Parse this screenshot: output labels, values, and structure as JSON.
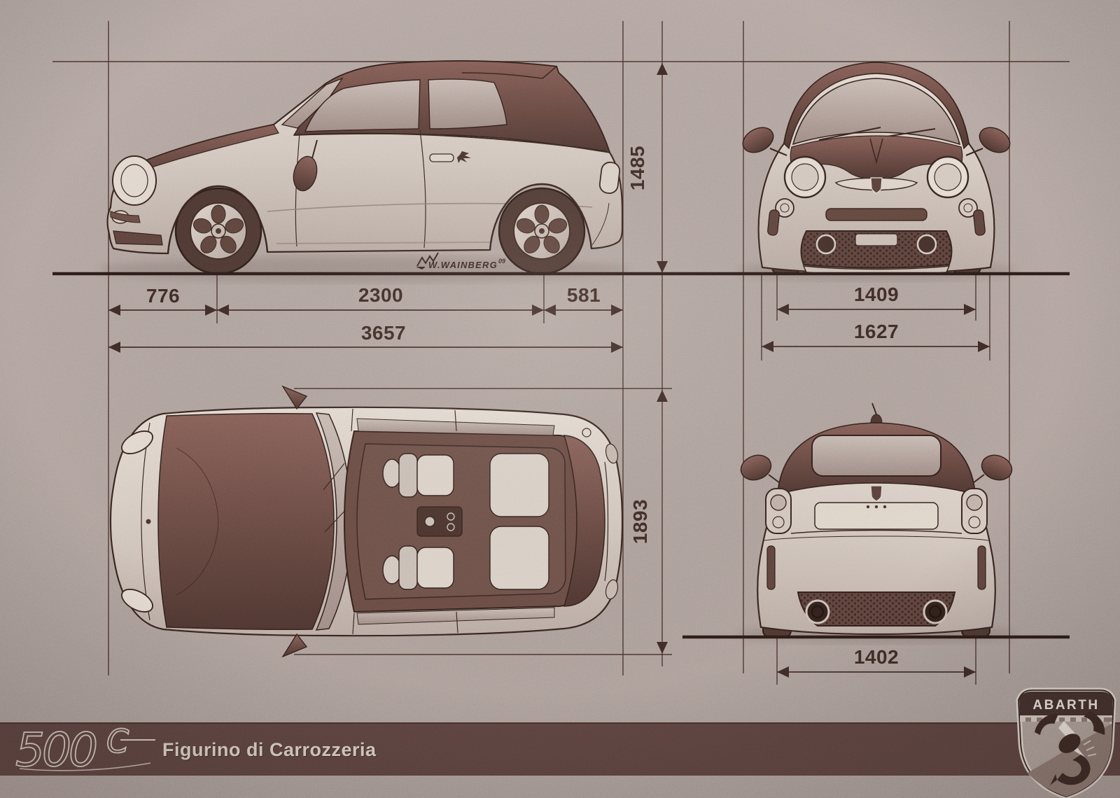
{
  "dimensions": {
    "front_overhang": "776",
    "wheelbase": "2300",
    "rear_overhang": "581",
    "overall_length": "3657",
    "overall_height": "1485",
    "front_track": "1409",
    "overall_width": "1627",
    "width_with_mirrors": "1893",
    "rear_track": "1402"
  },
  "signature": {
    "mark": "W",
    "name": ".WAINBERG",
    "year": "09"
  },
  "footer": {
    "logo_number": "500",
    "logo_letter": "C",
    "caption": "Figurino di Carrozzeria"
  },
  "badge": {
    "brand": "ABARTH"
  },
  "colors": {
    "paper": "#b3a5a0",
    "ink": "#3e2a25",
    "ground_line": "#2c1c18",
    "footer_bar": "#5d4441",
    "panel_dark": "#6e4c44",
    "body_light": "#d8ccc3",
    "caption_text": "#dbd0c7"
  }
}
